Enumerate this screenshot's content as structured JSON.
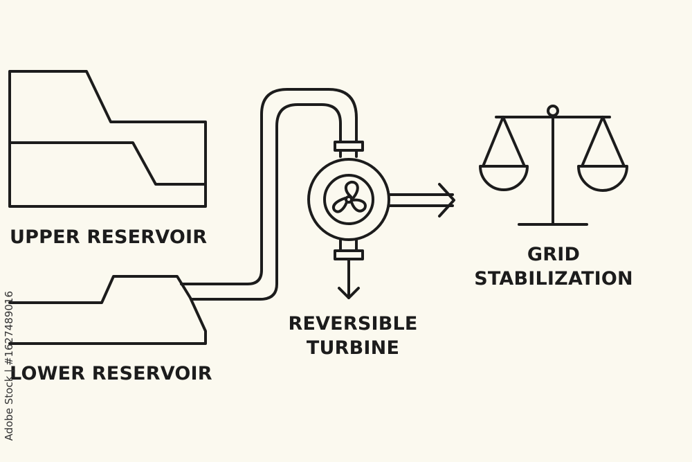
{
  "labels": {
    "upper_reservoir": "UPPER RESERVOIR",
    "lower_reservoir": "LOWER RESERVOIR",
    "turbine_line1": "REVERSIBLE",
    "turbine_line2": "TURBINE",
    "grid_line1": "GRID",
    "grid_line2": "STABILIZATION"
  },
  "watermark": {
    "stock_id": "Adobe Stock | #1627489016"
  },
  "colors": {
    "background": "#fbf9ef",
    "stroke": "#1c1c1c"
  }
}
